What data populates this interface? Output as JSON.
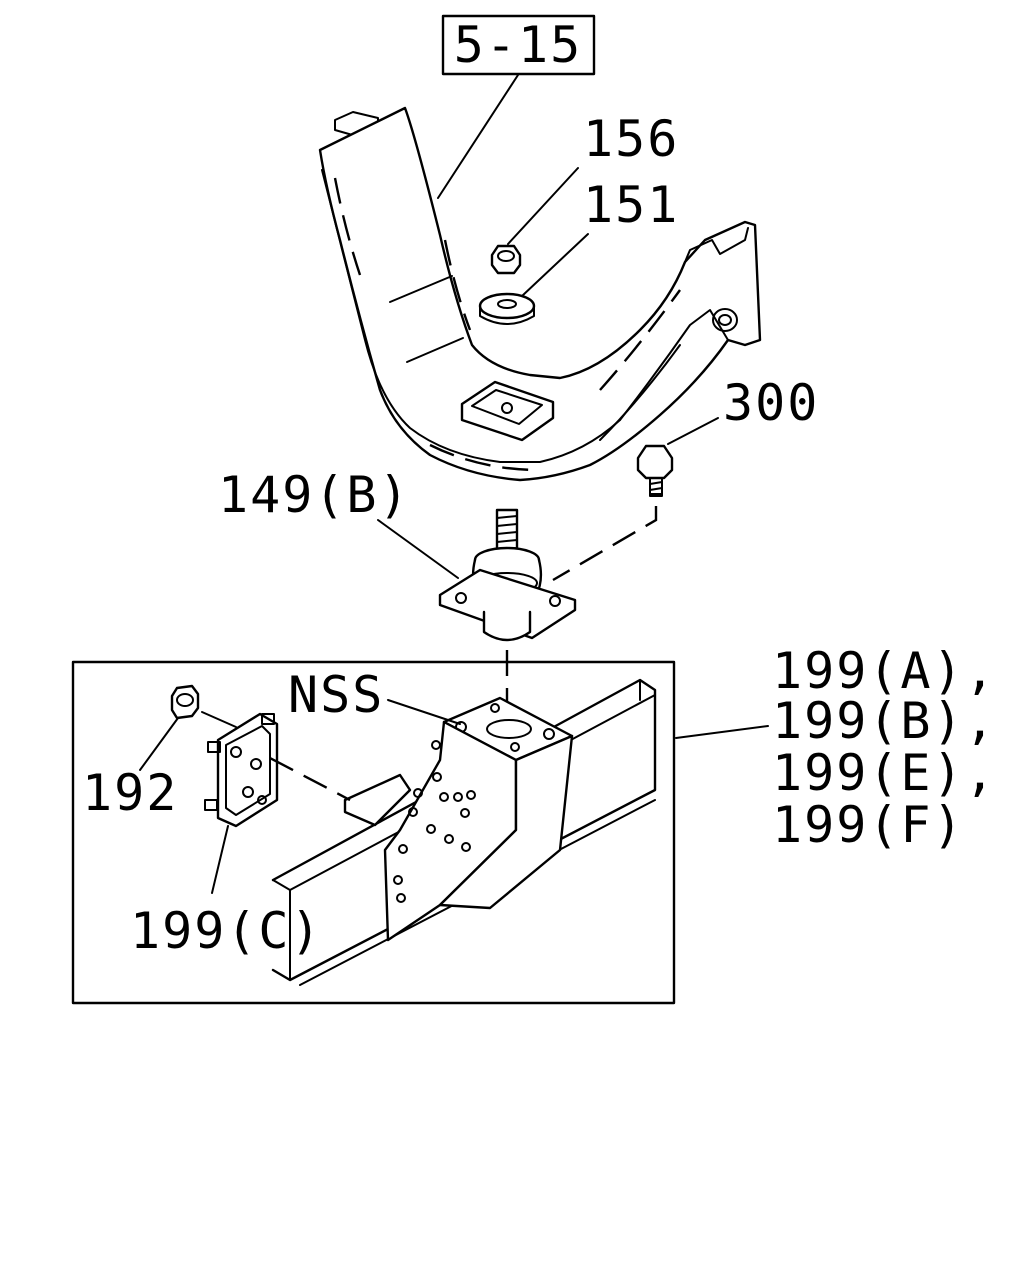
{
  "diagram": {
    "reference_label": "5-15",
    "callouts": {
      "p156": "156",
      "p151": "151",
      "p300": "300",
      "p149b": "149(B)",
      "p199a": "199(A),",
      "p199b": "199(B),",
      "p199e": "199(E),",
      "p199f": "199(F)",
      "nss": "NSS",
      "p192": "192",
      "p199c": "199(C)"
    }
  }
}
